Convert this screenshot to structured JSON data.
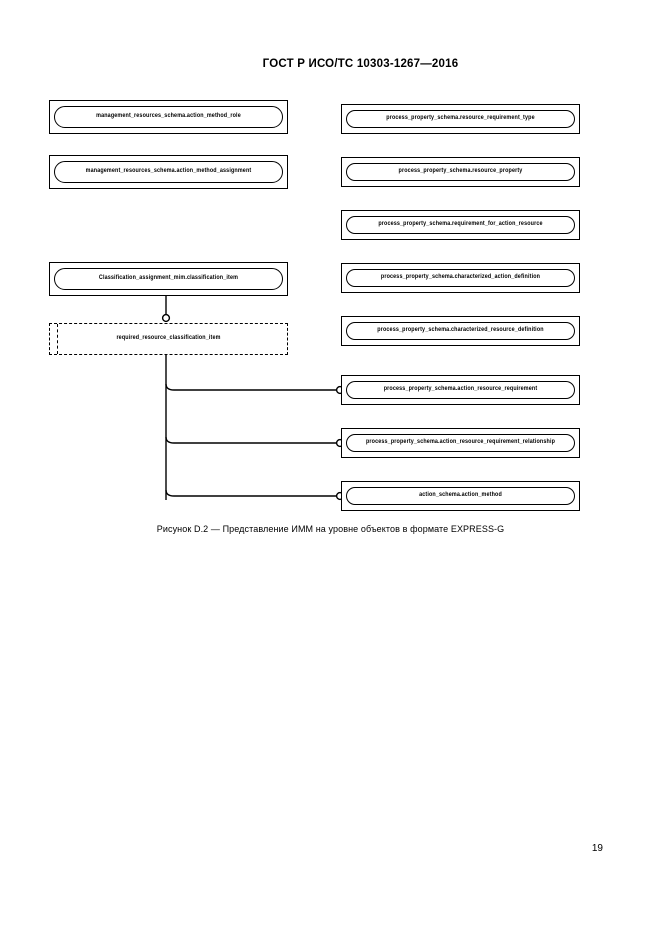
{
  "header": {
    "standard_title": "ГОСТ Р ИСО/ТС 10303-1267—2016"
  },
  "figure": {
    "caption": "Рисунок D.2 — Представление ИММ на уровне объектов в формате EXPRESS-G",
    "nodes": [
      {
        "id": "action-method-role",
        "label": "management_resources_schema.action_method_role",
        "style": "entity",
        "column": "left"
      },
      {
        "id": "action-method-assignment",
        "label": "management_resources_schema.action_method_assignment",
        "style": "entity",
        "column": "left"
      },
      {
        "id": "classification-item",
        "label": "Classification_assignment_mim.classification_item",
        "style": "entity",
        "column": "left"
      },
      {
        "id": "required-resource-classification-item",
        "label": "required_resource_classification_item",
        "style": "select-dashed",
        "column": "left"
      },
      {
        "id": "resource-requirement-type",
        "label": "process_property_schema.resource_requirement_type",
        "style": "entity",
        "column": "right"
      },
      {
        "id": "resource-property",
        "label": "process_property_schema.resource_property",
        "style": "entity",
        "column": "right"
      },
      {
        "id": "requirement-for-action-resource",
        "label": "process_property_schema.requirement_for_action_resource",
        "style": "entity",
        "column": "right"
      },
      {
        "id": "characterized-action-definition",
        "label": "process_property_schema.characterized_action_definition",
        "style": "entity",
        "column": "right"
      },
      {
        "id": "characterized-resource-definition",
        "label": "process_property_schema.characterized_resource_definition",
        "style": "entity",
        "column": "right"
      },
      {
        "id": "action-resource-requirement",
        "label": "process_property_schema.action_resource_requirement",
        "style": "entity",
        "column": "right"
      },
      {
        "id": "action-resource-requirement-relationship",
        "label": "process_property_schema.action_resource_requirement_relationship",
        "style": "entity",
        "column": "right"
      },
      {
        "id": "action-method",
        "label": "action_schema.action_method",
        "style": "entity",
        "column": "right"
      }
    ]
  },
  "footer": {
    "page_number": "19"
  }
}
